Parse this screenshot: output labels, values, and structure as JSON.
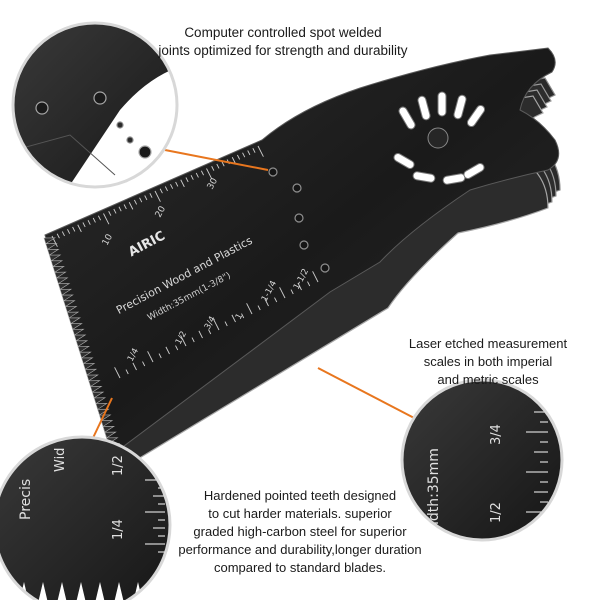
{
  "callouts": {
    "spot_weld": {
      "lines": [
        "Computer controlled spot welded",
        "joints optimized for strength and durability"
      ]
    },
    "measurement": {
      "lines": [
        "Laser etched measurement",
        "scales in both imperial",
        "and metric scales"
      ]
    },
    "teeth": {
      "lines": [
        "Hardened pointed teeth designed",
        "to cut harder materials. superior",
        "graded high-carbon steel for superior",
        "performance and durability,longer duration",
        "compared to standard blades."
      ]
    }
  },
  "blade": {
    "brand": "AIRIC",
    "product_line": "Precision Wood and Plastics",
    "width_label": "Width:35mm(1-3/8\")",
    "metric_ticks": [
      "10",
      "20",
      "30"
    ],
    "imperial_ticks": [
      "1/4",
      "1/2",
      "3/4",
      "1",
      "1-1/4",
      "1-1/2"
    ]
  },
  "zoom_measure": {
    "text": "idth:35mm",
    "ticks": [
      "3/4",
      "1/2"
    ]
  },
  "zoom_teeth": {
    "text_a": "Precis",
    "text_b": "Wid",
    "ticks": [
      "1/2",
      "1/4"
    ]
  },
  "colors": {
    "accent": "#e8761e",
    "blade_dark": "#1c1c1c",
    "blade_mid": "#3a3a3a",
    "blade_edge": "#9a9a9a",
    "etch": "#cfcfcf",
    "text": "#1a1a1a"
  }
}
